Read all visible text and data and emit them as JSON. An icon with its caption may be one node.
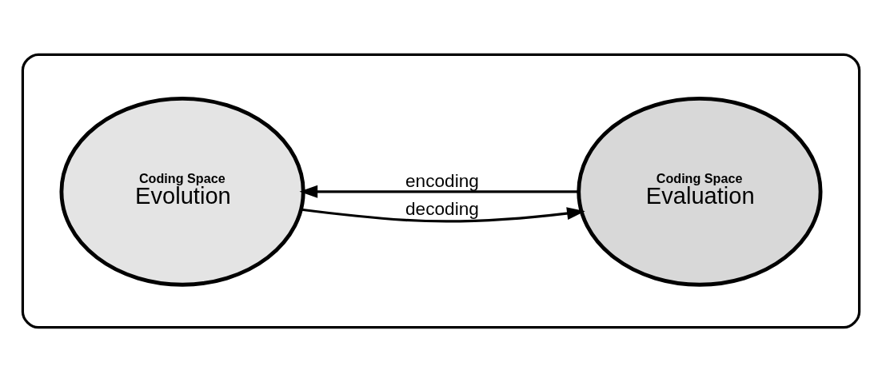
{
  "diagram": {
    "nodes": [
      {
        "text": [],
        "shape": "box"
      },
      {
        "text": [
          "Coding Space",
          "Evolution"
        ],
        "in": 0
      },
      {
        "text": [
          "Coding Space",
          "Evaluation"
        ],
        "in": 0
      }
    ],
    "edges": [
      {
        "from": 1,
        "to": 2,
        "arrow": "to",
        "label": "decoding"
      },
      {
        "from": 2,
        "to": 1,
        "arrow": "to",
        "label": "encoding"
      }
    ]
  }
}
